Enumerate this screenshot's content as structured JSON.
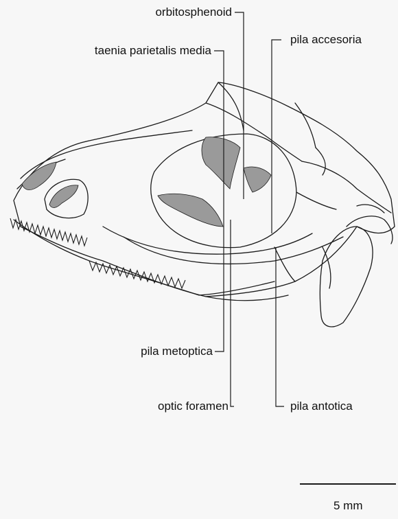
{
  "labels": {
    "orbitosphenoid": "orbitosphenoid",
    "taenia_parietalis_media": "taenia parietalis media",
    "pila_accesoria": "pila accesoria",
    "pila_metoptica": "pila metoptica",
    "optic_foramen": "optic foramen",
    "pila_antotica": "pila antotica"
  },
  "scale_bar": {
    "label": "5 mm"
  },
  "colors": {
    "outline": "#1a1a1a",
    "cartilage_shading": "#9a9a9a",
    "background": "#f7f7f7"
  }
}
